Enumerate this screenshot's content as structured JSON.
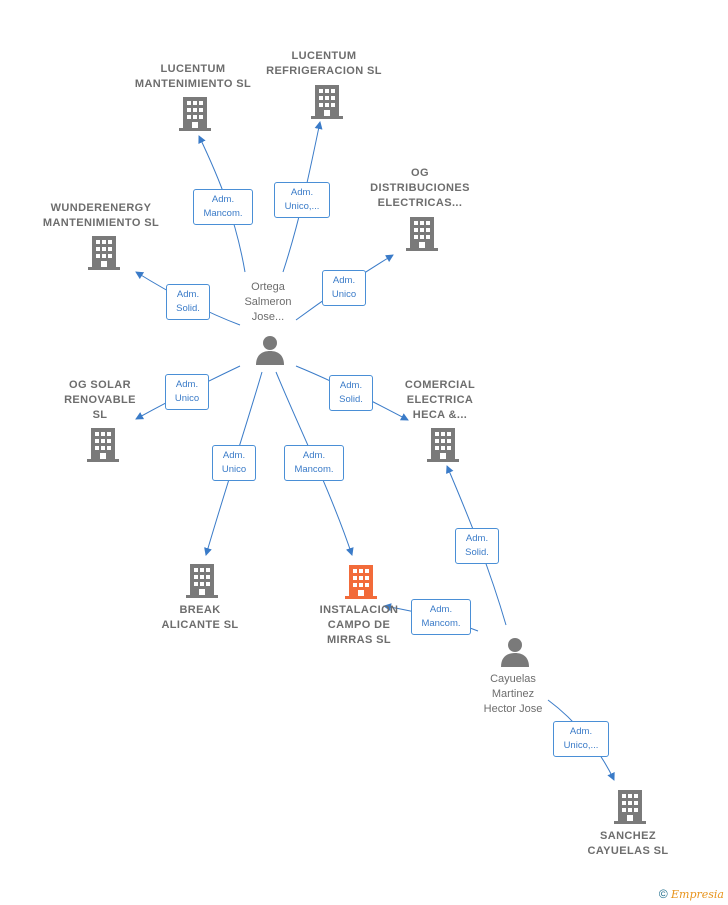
{
  "nodes": {
    "ortega": "Ortega\nSalmeron\nJose...",
    "cayuelas": "Cayuelas\nMartinez\nHector Jose",
    "lucentum_mant": "LUCENTUM\nMANTENIMIENTO SL",
    "lucentum_refr": "LUCENTUM\nREFRIGERACION SL",
    "og_dist": "OG\nDISTRIBUCIONES\nELECTRICAS...",
    "wunder": "WUNDERENERGY\nMANTENIMIENTO SL",
    "og_solar": "OG SOLAR\nRENOVABLE\nSL",
    "comercial": "COMERCIAL\nELECTRICA\nHECA &...",
    "break": "BREAK\nALICANTE  SL",
    "instalacion": "INSTALACION\nCAMPO DE\nMIRRAS  SL",
    "sanchez": "SANCHEZ\nCAYUELAS SL"
  },
  "roles": {
    "r_lucentum_mant": "Adm.\nMancom.",
    "r_lucentum_refr": "Adm.\nUnico,...",
    "r_og_dist": "Adm.\nUnico",
    "r_wunder": "Adm.\nSolid.",
    "r_og_solar": "Adm.\nUnico",
    "r_comercial": "Adm.\nSolid.",
    "r_break": "Adm.\nUnico",
    "r_instalacion": "Adm.\nMancom.",
    "r_cay_comercial": "Adm.\nSolid.",
    "r_cay_instalacion": "Adm.\nMancom.",
    "r_cay_sanchez": "Adm.\nUnico,..."
  },
  "colors": {
    "edge": "#3a7bc8",
    "building": "#7a7a7a",
    "highlight": "#f26b3a",
    "person": "#7a7a7a"
  },
  "footer": {
    "copyright": "©",
    "brand": "Empresia"
  }
}
